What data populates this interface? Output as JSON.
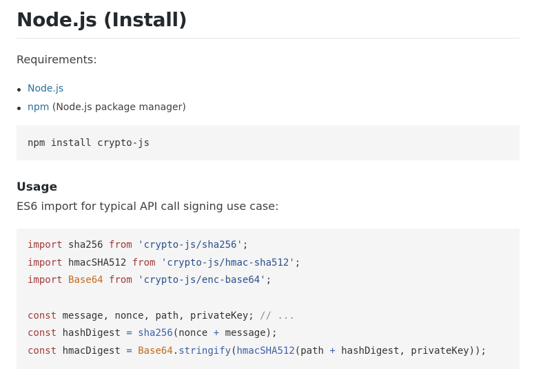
{
  "header": {
    "title": "Node.js (Install)"
  },
  "requirements": {
    "label": "Requirements:",
    "items": [
      {
        "link_text": "Node.js",
        "rest": ""
      },
      {
        "link_text": "npm",
        "rest": " (Node.js package manager)"
      }
    ]
  },
  "install": {
    "command": "npm install crypto-js"
  },
  "usage": {
    "heading": "Usage",
    "description": "ES6 import for typical API call signing use case:",
    "code": {
      "line1": {
        "kw": "import",
        "name": " sha256 ",
        "from": "from",
        "space": " ",
        "module": "'crypto-js/sha256'",
        "end": ";"
      },
      "line2": {
        "kw": "import",
        "name": " hmacSHA512 ",
        "from": "from",
        "space": " ",
        "module": "'crypto-js/hmac-sha512'",
        "end": ";"
      },
      "line3": {
        "kw": "import",
        "space1": " ",
        "name": "Base64",
        "space2": " ",
        "from": "from",
        "space": " ",
        "module": "'crypto-js/enc-base64'",
        "end": ";"
      },
      "line5": {
        "kw": "const",
        "vars": " message, nonce, path, privateKey; ",
        "comment": "// ..."
      },
      "line6": {
        "kw": "const",
        "lhs": " hashDigest ",
        "eq": "=",
        "space": " ",
        "fn": "sha256",
        "args1": "(nonce ",
        "plus": "+",
        "args2": " message);"
      },
      "line7": {
        "kw": "const",
        "lhs": " hmacDigest ",
        "eq": "=",
        "space": " ",
        "obj": "Base64",
        "dot": ".",
        "method": "stringify",
        "open": "(",
        "fn": "hmacSHA512",
        "args1": "(path ",
        "plus": "+",
        "args2": " hashDigest, privateKey));"
      }
    }
  }
}
